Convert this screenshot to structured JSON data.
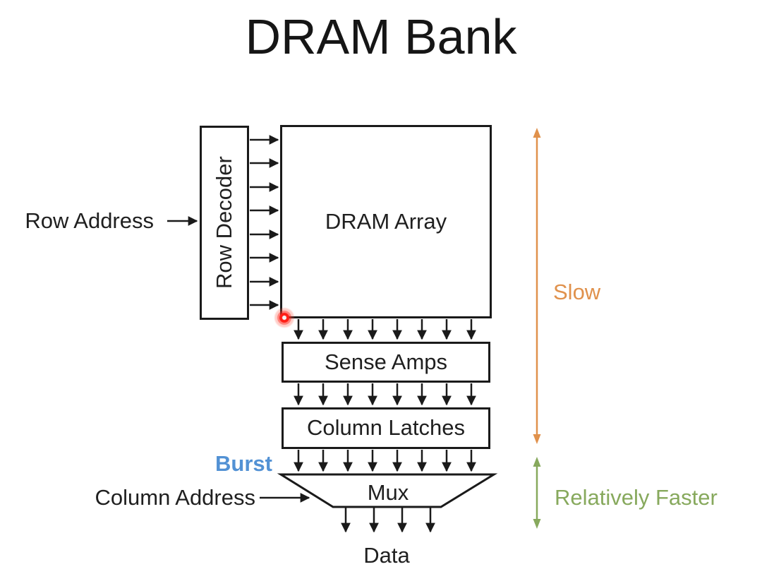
{
  "title": "DRAM Bank",
  "blocks": {
    "row_decoder": "Row Decoder",
    "dram_array": "DRAM Array",
    "sense_amps": "Sense Amps",
    "column_latches": "Column Latches",
    "mux": "Mux"
  },
  "labels": {
    "row_address": "Row Address",
    "column_address": "Column Address",
    "burst": "Burst",
    "data_out": "Data"
  },
  "annotations": {
    "slow": "Slow",
    "relatively_faster": "Relatively Faster"
  },
  "colors": {
    "diagram_black": "#1a1a1a",
    "burst_text": "#5291d4",
    "slow_arrow": "#e0914c",
    "faster_arrow": "#87a95d",
    "laser_pointer": "#ff1f17"
  }
}
